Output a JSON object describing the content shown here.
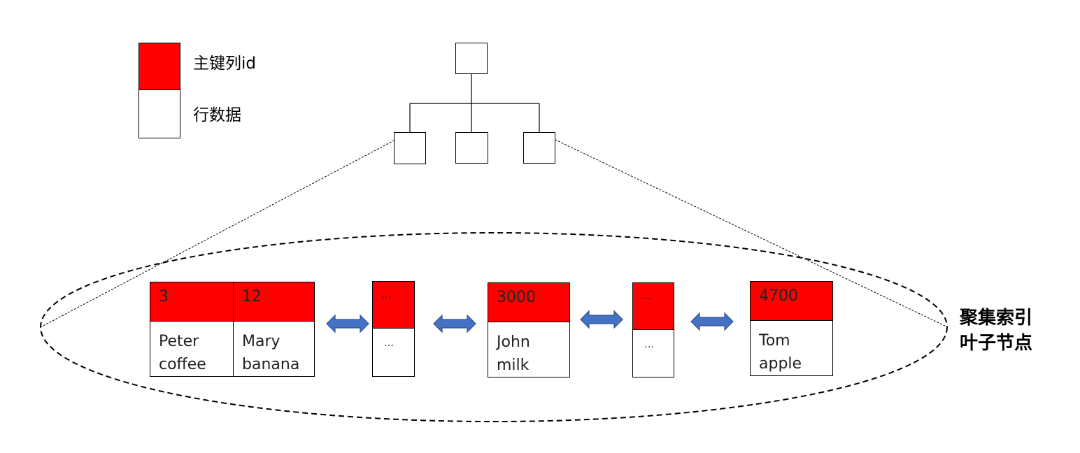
{
  "legend": {
    "key_label": "主键列id",
    "row_label": "行数据",
    "key_color": "#ff0000",
    "row_color": "#ffffff"
  },
  "leaf_region_label": [
    "聚集索引",
    "叶子节点"
  ],
  "pages": [
    {
      "columns": [
        {
          "key": "3",
          "row": [
            "Peter",
            "coffee"
          ]
        },
        {
          "key": "12",
          "row": [
            "Mary",
            "banana"
          ]
        }
      ]
    },
    {
      "columns": [
        {
          "key": "…",
          "row": [
            "…"
          ]
        }
      ]
    },
    {
      "columns": [
        {
          "key": "3000",
          "row": [
            "John",
            "milk"
          ]
        }
      ]
    },
    {
      "columns": [
        {
          "key": "…",
          "row": [
            "…"
          ]
        }
      ]
    },
    {
      "columns": [
        {
          "key": "4700",
          "row": [
            "Tom",
            "apple"
          ]
        }
      ]
    }
  ],
  "colors": {
    "key_fill": "#ff0000",
    "arrow_fill": "#4472c4",
    "arrow_stroke": "#2f528f",
    "line": "#000000"
  },
  "icons": [
    "double-arrow-icon"
  ]
}
